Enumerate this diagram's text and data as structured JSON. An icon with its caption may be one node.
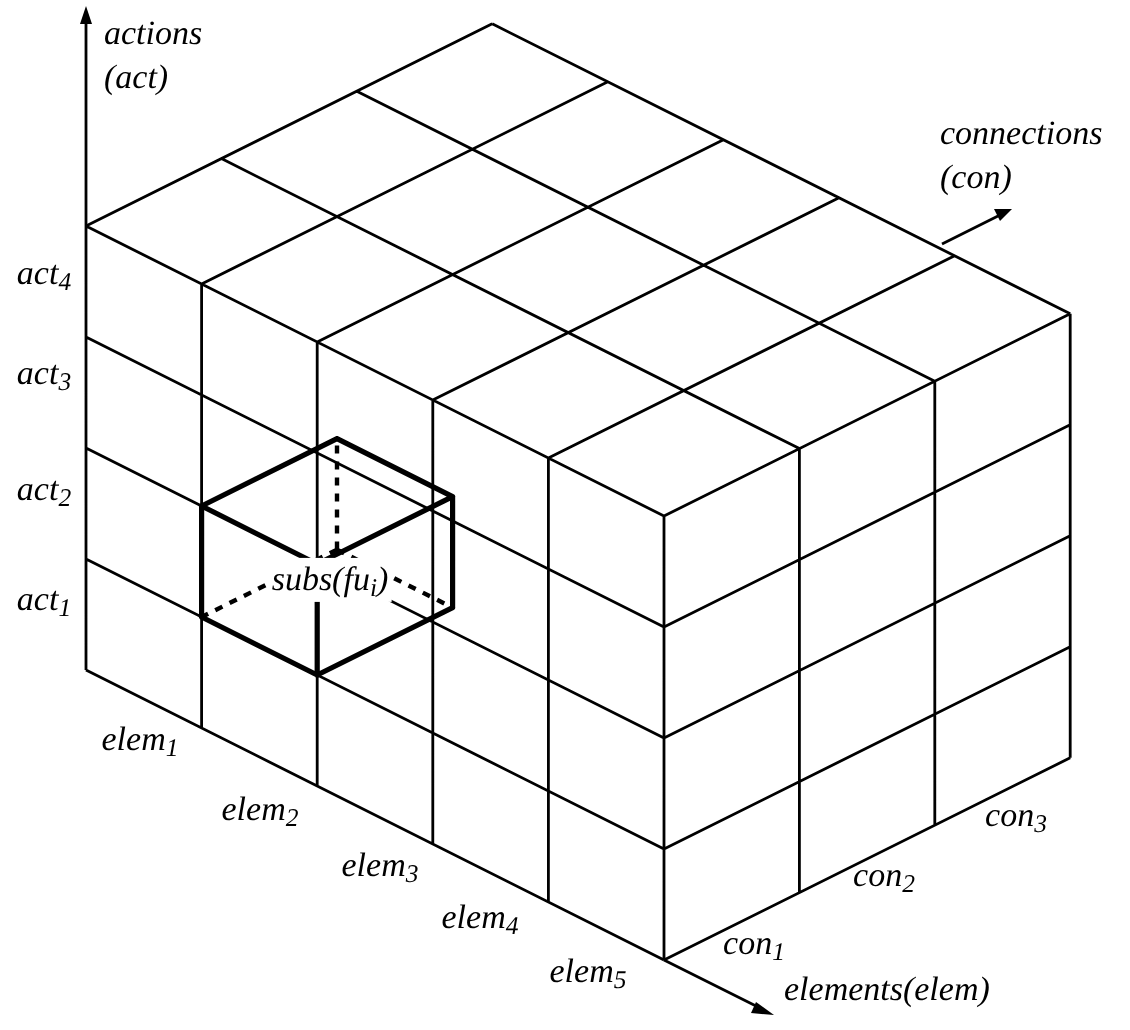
{
  "diagram": {
    "labels": [
      "actions (act)",
      "connections (con)",
      "act$_{4}$",
      "act$_{3}$",
      "act$_{2}$",
      "act$_{1}$",
      "subs(fu$_{i}$)",
      "elem$_{1}$",
      "elem$_{2}$",
      "con$_{3}$",
      "elem$_{3}$",
      "con$_{2}$",
      "elem$_{4}$",
      "elem$_{5}$",
      "con$_{1}$",
      "elements(elem)"
    ]
  }
}
